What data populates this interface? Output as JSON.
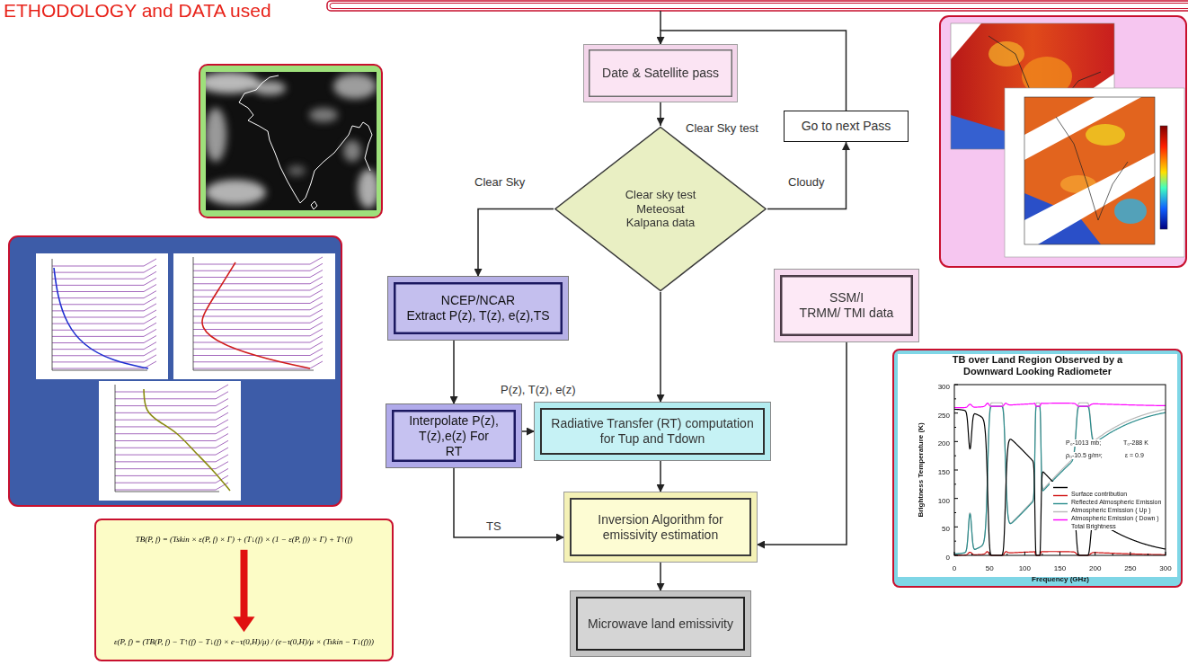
{
  "diagram": {
    "title": "ETHODOLOGY and DATA used",
    "nodes": [
      {
        "text": [
          "Date & Satellite pass"
        ]
      },
      {
        "text": [
          "Clear sky test Meteosat Kalpana data"
        ]
      },
      {
        "text": [
          "Go to next Pass"
        ]
      },
      {
        "text": [
          "NCEP/NCAR",
          "Extract P(z), T(z), e(z),TS"
        ]
      },
      {
        "text": [
          "SSM/I",
          "TRMM/ TMI data"
        ]
      },
      {
        "text": [
          "Interpolate P(z), T(z),e(z) For RT"
        ]
      },
      {
        "text": [
          "Radiative Transfer (RT) computation for Tup and Tdown"
        ]
      },
      {
        "text": [
          "Inversion Algorithm for emissivity estimation"
        ]
      },
      {
        "text": [
          "Microwave land emissivity"
        ]
      },
      {
        "text": [
          "TB(P, f) = (Tskin × ε(P, f) × Γ) + (T↓(f) × (1 − ε(P, f)) × Γ) + T↑(f)",
          "ε(P, f) = (TB(P, f) − T↑(f) − T↓(f) × e−τ(0,H)/μ) / (e−τ(0,H)/μ × (Tskin − T↓(f)))"
        ]
      },
      {
        "text": [
          "TB over Land Region Observed by a Downward Looking Radiometer"
        ]
      }
    ],
    "edges": [
      {
        "from": 2,
        "to": 0,
        "arrow": "to"
      },
      {
        "from": 0,
        "to": 1,
        "label": "Clear Sky test",
        "arrow": "to"
      },
      {
        "from": 1,
        "to": 2,
        "label": "Cloudy",
        "arrow": "to"
      },
      {
        "from": 1,
        "to": 3,
        "label": "Clear Sky",
        "arrow": "to"
      },
      {
        "from": 1,
        "to": 6,
        "arrow": "to"
      },
      {
        "from": 3,
        "to": 5,
        "arrow": "to"
      },
      {
        "from": 5,
        "to": 6,
        "label": "P(z), T(z), e(z)",
        "arrow": "to"
      },
      {
        "from": 5,
        "to": 7,
        "label": "TS",
        "arrow": "to"
      },
      {
        "from": 6,
        "to": 7,
        "arrow": "to"
      },
      {
        "from": 4,
        "to": 7,
        "arrow": "to"
      },
      {
        "from": 7,
        "to": 8,
        "arrow": "to"
      }
    ],
    "labels": [
      "0",
      "50",
      "100",
      "150",
      "200",
      "250",
      "300",
      "0",
      "50",
      "100",
      "150",
      "200",
      "250",
      "300",
      "Brightness Temperature (K)",
      "Frequency (GHz)",
      "P₀-1013 mb;",
      "T₀-288 K",
      "ρ₀-10.5 g/m³;",
      "ε = 0.9"
    ],
    "legend": [
      {
        "text": "Surface contribution"
      },
      {
        "text": "Reflected Atmospheric Emission"
      },
      {
        "text": "Atmospheric Emission ( Up )"
      },
      {
        "text": "Atmospheric Emission ( Down )"
      },
      {
        "text": "Total Brightness"
      }
    ]
  }
}
